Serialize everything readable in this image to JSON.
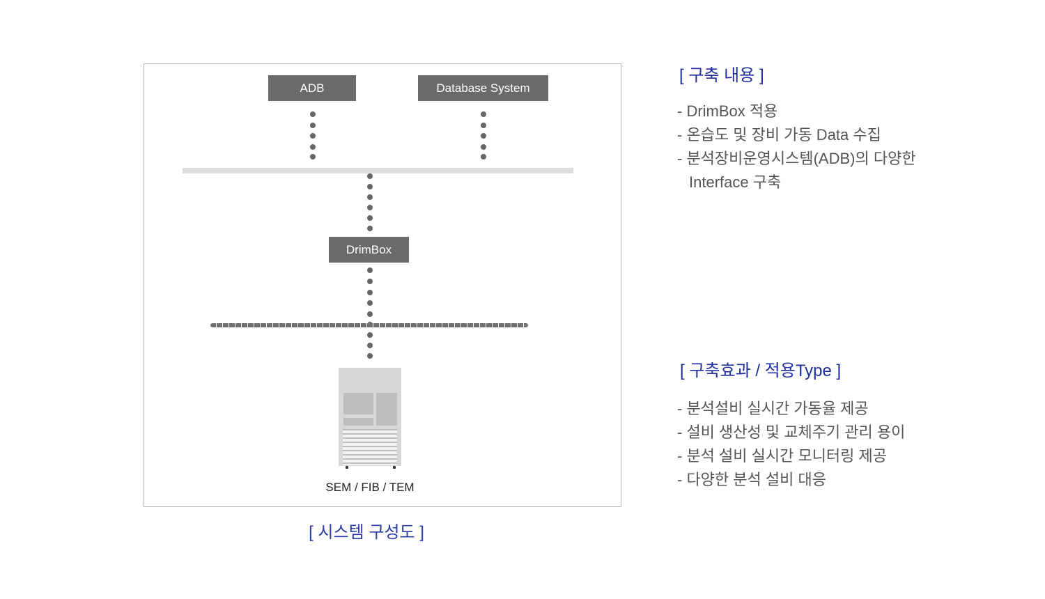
{
  "diagram": {
    "nodes": {
      "adb": "ADB",
      "database_system": "Database System",
      "drimbox": "DrimBox"
    },
    "machine_label": "SEM / FIB / TEM",
    "caption": "[ 시스템 구성도 ]"
  },
  "build_contents": {
    "title": "[ 구축 내용 ]",
    "items": [
      "- DrimBox 적용",
      "- 온습도 및 장비 가동 Data 수집",
      "- 분석장비운영시스템(ADB)의 다양한",
      "Interface 구축"
    ]
  },
  "effects": {
    "title": "[ 구축효과 / 적용Type ]",
    "items": [
      "- 분석설비 실시간 가동율 제공",
      "- 설비 생산성 및 교체주기 관리 용이",
      "- 분석 설비 실시간 모니터링 제공",
      "- 다양한 분석 설비 대응"
    ]
  },
  "colors": {
    "node_fill": "#6a6a6a",
    "heading_blue": "#1f2fa0",
    "text_gray": "#555555"
  }
}
